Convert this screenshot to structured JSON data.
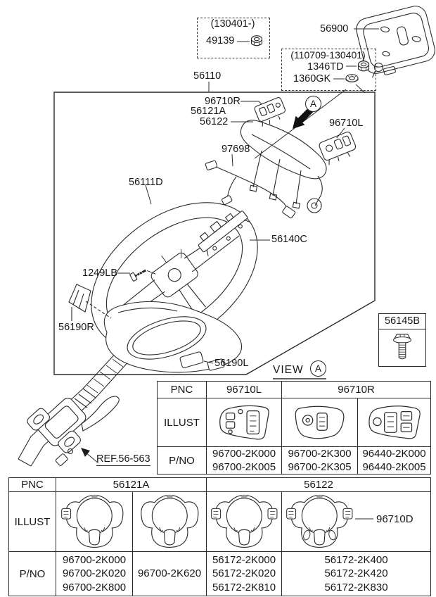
{
  "colors": {
    "ink": "#2b2b2b",
    "background": "#ffffff"
  },
  "callouts": {
    "date_range_1": "(130401-)",
    "p49139": "49139",
    "p56900": "56900",
    "date_range_2": "(110709-130401)",
    "p1346TD": "1346TD",
    "p1360GK": "1360GK",
    "p56110": "56110",
    "p96710R": "96710R",
    "p56121A": "56121A",
    "p56122": "56122",
    "p97698": "97698",
    "p96710L": "96710L",
    "p56111D": "56111D",
    "p56140C": "56140C",
    "p1249LB": "1249LB",
    "p56190R": "56190R",
    "p56190L": "56190L",
    "p56145B": "56145B",
    "ref_label": "REF.56-563",
    "view_label": "VIEW",
    "view_marker": "A"
  },
  "upper_table": {
    "row_headers": {
      "pnc": "PNC",
      "illust": "ILLUST",
      "pno": "P/NO"
    },
    "columns": [
      "96710L",
      "96710R"
    ],
    "pno_cells": [
      "96700-2K000\n96700-2K005",
      "96700-2K300\n96700-2K305",
      "96440-2K000\n96440-2K005"
    ]
  },
  "lower_table": {
    "row_headers": {
      "pnc": "PNC",
      "illust": "ILLUST",
      "pno": "P/NO"
    },
    "columns": [
      "56121A",
      "56122"
    ],
    "annotation": "96710D",
    "pno_cells": [
      "96700-2K000\n96700-2K020\n96700-2K800",
      "96700-2K620",
      "56172-2K000\n56172-2K020\n56172-2K810",
      "56172-2K400\n56172-2K420\n56172-2K830"
    ]
  }
}
